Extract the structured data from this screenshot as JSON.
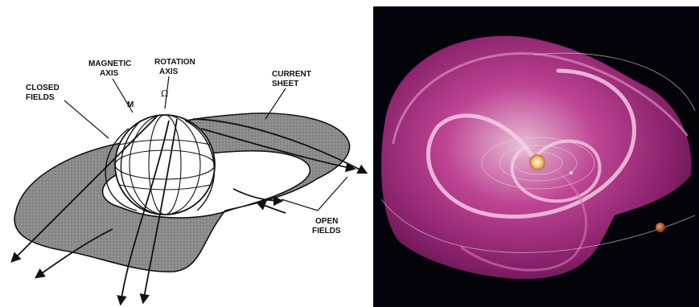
{
  "diagram": {
    "labels": {
      "magnetic_axis_1": "MAGNETIC",
      "magnetic_axis_2": "AXIS",
      "magnetic_symbol": "M",
      "rotation_axis_1": "ROTATION",
      "rotation_axis_2": "AXIS",
      "rotation_symbol": "Ω",
      "current_sheet_1": "CURRENT",
      "current_sheet_2": "SHEET",
      "closed_fields_1": "CLOSED",
      "closed_fields_2": "FIELDS",
      "open_fields_1": "OPEN",
      "open_fields_2": "FIELDS"
    }
  },
  "colors": {
    "sheet_gray": "#8a8a8a",
    "ink": "#111111",
    "sheet_magenta": "#b0307f",
    "space_black": "#05030a",
    "sun": "#f0c27a",
    "planet": "#c0552a"
  }
}
